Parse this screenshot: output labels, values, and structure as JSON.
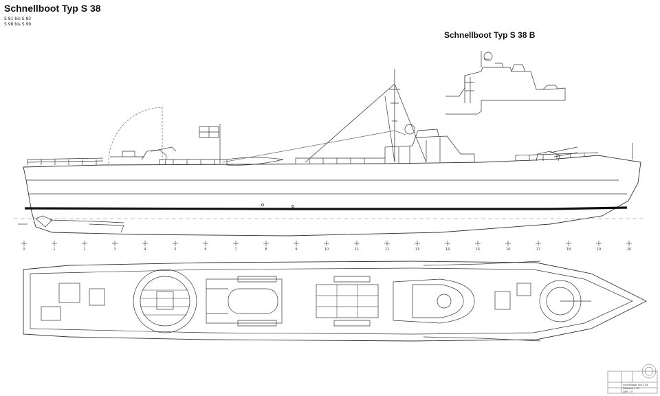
{
  "drawing": {
    "title": "Schnellboot Typ S 38",
    "subtitle_1": "S 81 bis S 83",
    "subtitle_2": "S 98 bis S 99",
    "inset_title": "Schnellboot Typ S 38 B"
  },
  "frame_labels": [
    "0",
    "1",
    "2",
    "3",
    "4",
    "5",
    "6",
    "7",
    "8",
    "9",
    "10",
    "11",
    "12",
    "13",
    "14",
    "15",
    "16",
    "17",
    "18",
    "19",
    "20"
  ],
  "title_block": {
    "name": "Schnellboot Typ S 38",
    "scale": "Maßstab 1:50",
    "sheet": "ZNR. 13"
  },
  "colors": {
    "line": "#333333",
    "light_line": "#8a8a8a",
    "bootstripe": "#111111",
    "paper": "#ffffff"
  }
}
